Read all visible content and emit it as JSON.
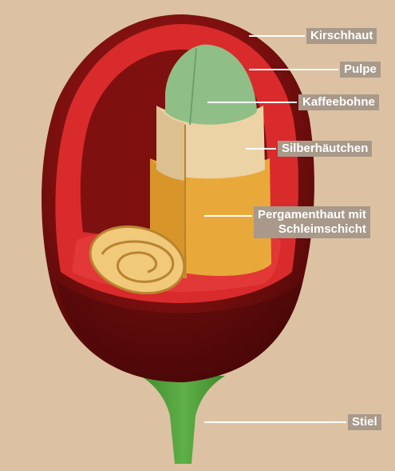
{
  "labels": {
    "kirschhaut": "Kirschhaut",
    "pulpe": "Pulpe",
    "kaffeebohne": "Kaffeebohne",
    "silberhaeutchen": "Silberhäutchen",
    "pergamenthaut_line1": "Pergamenthaut mit",
    "pergamenthaut_line2": "Schleimschicht",
    "stiel": "Stiel"
  },
  "colors": {
    "background": "#dcc2a2",
    "label_background": "#a8998a",
    "label_text": "#ffffff",
    "skin": "#7a0f0f",
    "pulp": "#d92b2b",
    "bean": "#8fbf87",
    "silverskin": "#ecd3a6",
    "parchment": "#e9a93a",
    "stem": "#4e9a3a"
  }
}
